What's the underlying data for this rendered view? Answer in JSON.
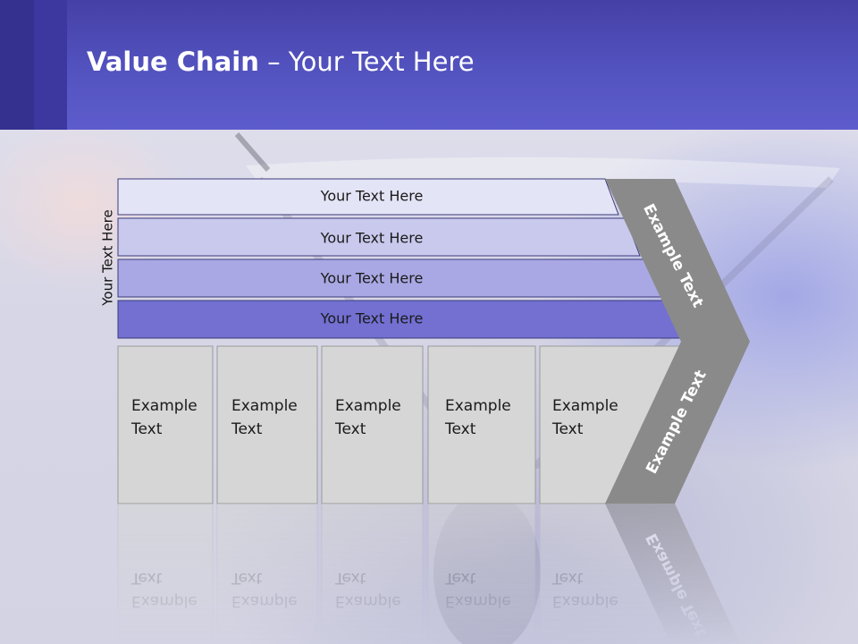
{
  "slide": {
    "title_bold": "Value Chain",
    "title_rest": " – Your Text Here"
  },
  "diagram": {
    "side_label": "Your Text Here",
    "support_bands": [
      "Your Text Here",
      "Your Text Here",
      "Your Text Here",
      "Your Text Here"
    ],
    "band_colors": [
      "#e4e4f7",
      "#c9c9ee",
      "#a9a8e4",
      "#7370d2"
    ],
    "primary_boxes": [
      {
        "line1": "Example",
        "line2": "Text"
      },
      {
        "line1": "Example",
        "line2": "Text"
      },
      {
        "line1": "Example",
        "line2": "Text"
      },
      {
        "line1": "Example",
        "line2": "Text"
      },
      {
        "line1": "Example",
        "line2": "Text"
      }
    ],
    "arrow_label_top": "Example Text",
    "arrow_label_bottom": "Example Text",
    "arrow_color": "#8a8a8a",
    "box_color": "#d6d6d6"
  }
}
